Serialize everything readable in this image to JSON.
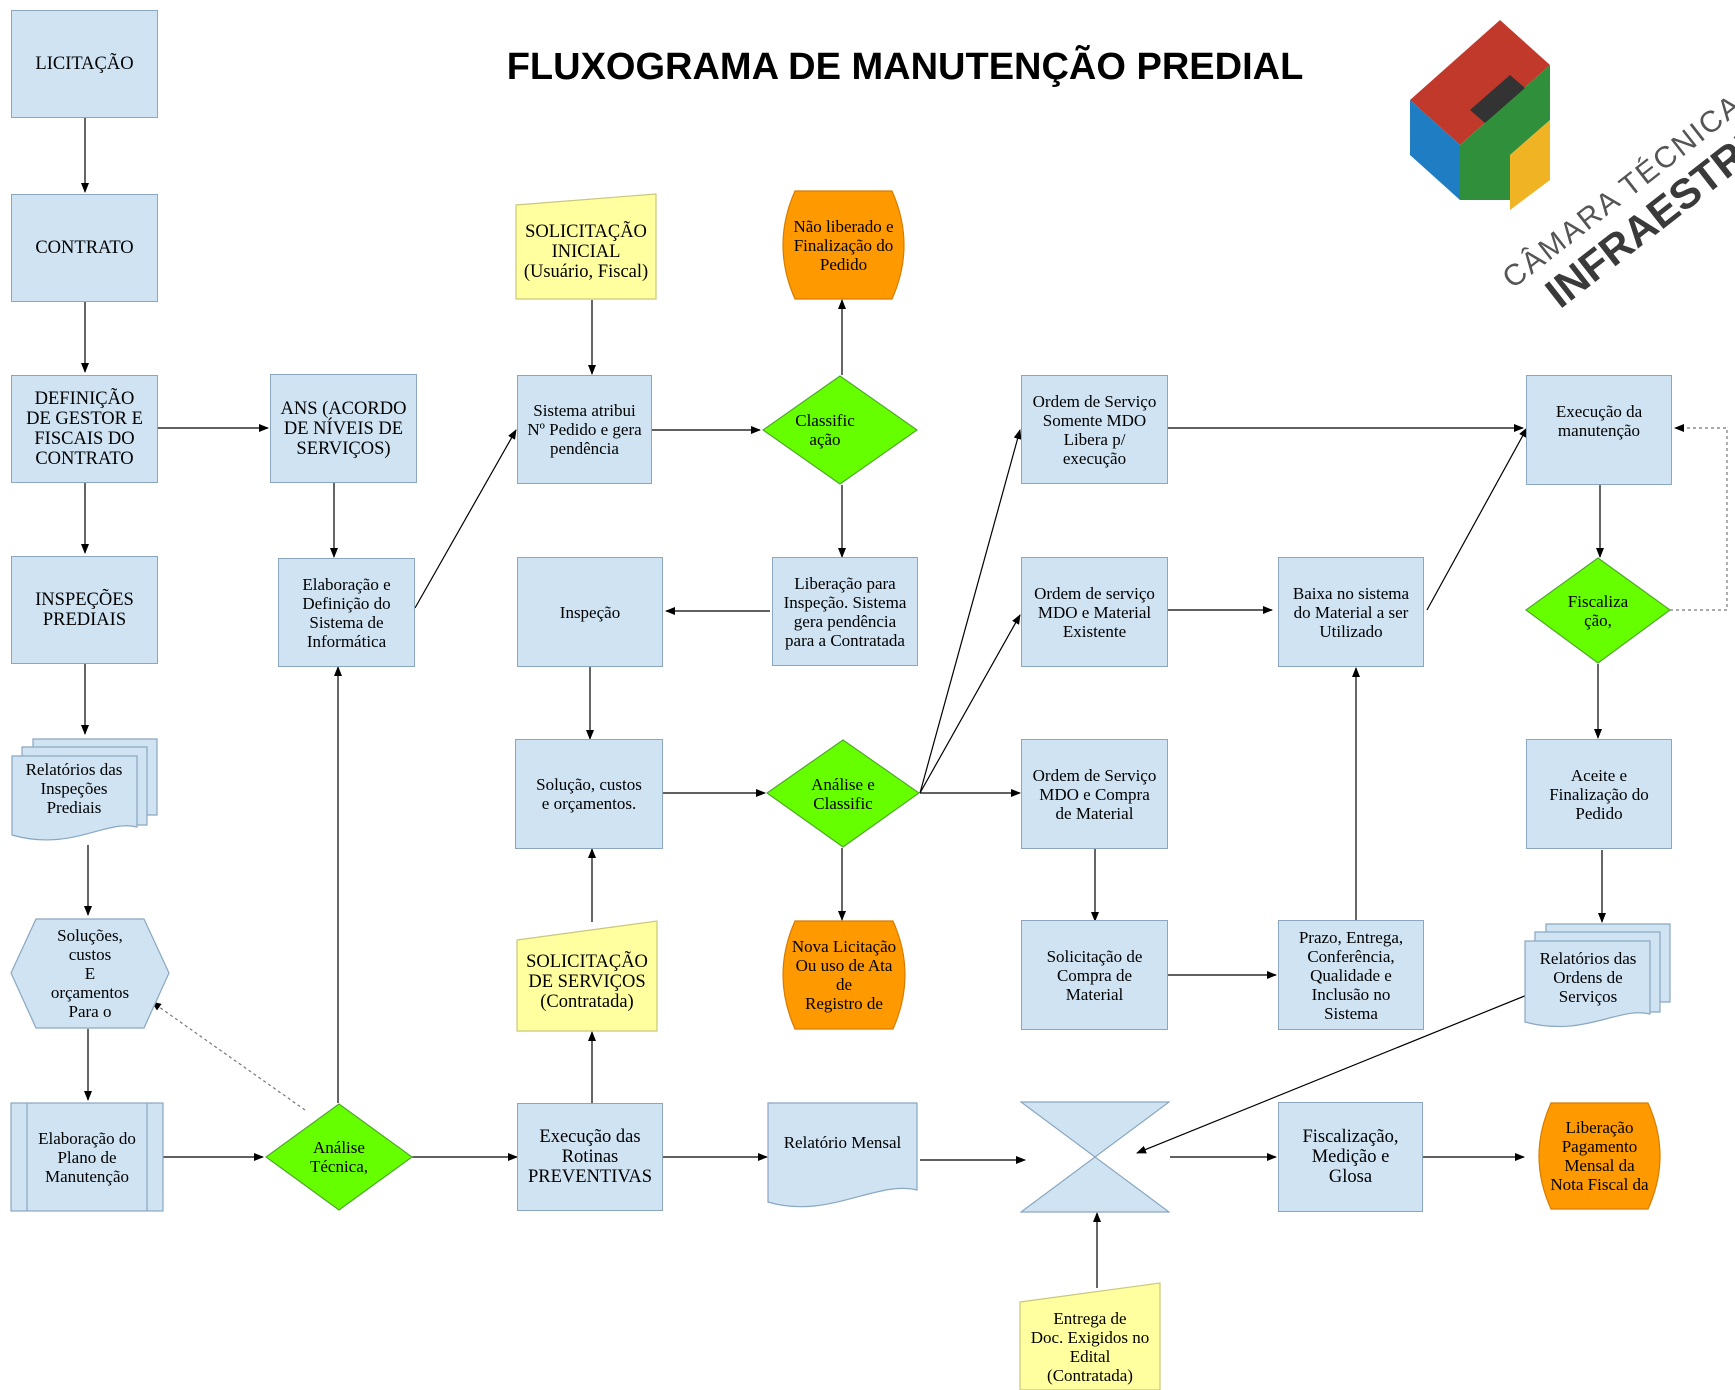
{
  "title": "FLUXOGRAMA DE MANUTENÇÃO PREDIAL",
  "logo": {
    "line1": "CÂMARA TÉCNICA D",
    "line2": "INFRAESTRUTU"
  },
  "colors": {
    "box": "#cfe3f3",
    "decision": "#66ff00",
    "terminal": "#ff9900",
    "input": "#ffffa0"
  },
  "nodes": {
    "licitacao": "LICITAÇÃO",
    "contrato": "CONTRATO",
    "definicao": "DEFINIÇÃO\nDE GESTOR E\nFISCAIS DO\nCONTRATO",
    "inspecoes": "INSPEÇÕES\nPREDIAIS",
    "relatorios_inspecoes": "Relatórios  das\nInspeções\nPrediais",
    "solucoes": "Soluções,\ncustos\nE\norçamentos\nPara o",
    "elaboracao_plano": "Elaboração do\nPlano de\nManutenção",
    "ans": "ANS (ACORDO\nDE NÍVEIS DE\nSERVIÇOS)",
    "elaboracao_sistema": "Elaboração e\nDefinição do\nSistema de\nInformática",
    "analise_tecnica": "Análise\nTécnica,",
    "solicitacao_inicial": "SOLICITAÇÃO\nINICIAL\n(Usuário,  Fiscal)",
    "sistema_atribui": "Sistema  atribui\nNº Pedido e gera\npendência",
    "inspecao": "Inspeção",
    "solucao_custos": "Solução,  custos\ne orçamentos.",
    "solicitacao_servicos": "SOLICITAÇÃO\nDE SERVIÇOS\n(Contratada)",
    "execucao_rotinas": "Execução  das\nRotinas\nPREVENTIVAS",
    "nao_liberado": "Não liberado  e\nFinalização  do\nPedido",
    "classificacao": "Classific\nação",
    "liberacao_inspecao": "Liberação para\nInspeção.  Sistema\ngera pendência\npara a Contratada",
    "analise_classific": "Análise  e\nClassific",
    "nova_licitacao": "Nova Licitação\nOu uso de Ata\nde\nRegistro  de",
    "relatorio_mensal": "Relatório  Mensal",
    "os_mdo": "Ordem de Serviço\nSomente MDO\nLibera p/\nexecução",
    "os_mdo_material": "Ordem de serviço\nMDO e Material\nExistente",
    "os_mdo_compra": "Ordem de Serviço\nMDO e Compra\nde Material",
    "solicitacao_compra": "Solicitação  de\nCompra de\nMaterial",
    "baixa_sistema": "Baixa  no sistema\ndo Material  a ser\nUtilizado",
    "prazo_entrega": "Prazo, Entrega,\nConferência,\nQualidade  e\nInclusão  no\nSistema",
    "fiscalizacao_medicao": "Fiscalização,\nMedição  e\nGlosa",
    "entrega_docs": "Entrega  de\nDoc. Exigidos  no\nEdital\n(Contratada)",
    "execucao_manutencao": "Execução  da\nmanutenção",
    "fiscalizacao": "Fiscaliza\nção,",
    "aceite": "Aceite  e\nFinalização  do\nPedido",
    "relatorios_os": "Relatórios  das\nOrdens  de\nServiços",
    "liberacao_pagamento": "Liberação\nPagamento\nMensal  da\nNota Fiscal  da"
  }
}
